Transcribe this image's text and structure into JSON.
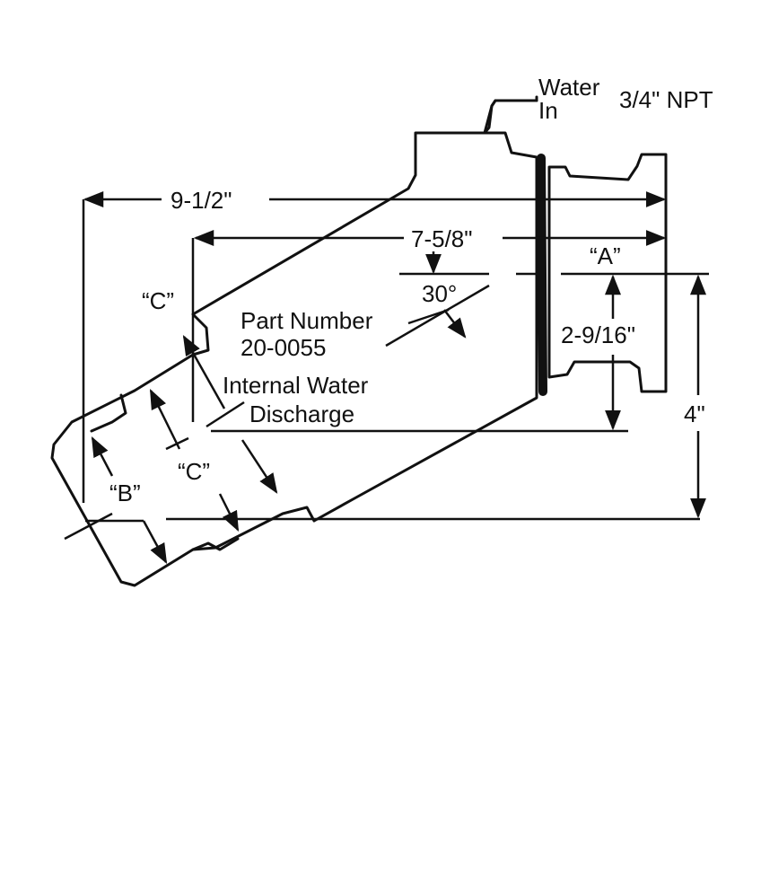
{
  "labels": {
    "water_in_line1": "Water",
    "water_in_line2": "In",
    "npt": "3/4\" NPT",
    "dim_9_1_2": "9-1/2\"",
    "dim_7_5_8": "7-5/8\"",
    "dim_a": "“A”",
    "dim_30": "30°",
    "dim_c_top": "“C”",
    "part_number_line1": "Part Number",
    "part_number_line2": "20-0055",
    "dim_2_9_16": "2-9/16\"",
    "internal_water_line1": "Internal Water",
    "internal_water_line2": "Discharge",
    "dim_4": "4\"",
    "dim_b": "“B”",
    "dim_c_bottom": "“C”"
  }
}
